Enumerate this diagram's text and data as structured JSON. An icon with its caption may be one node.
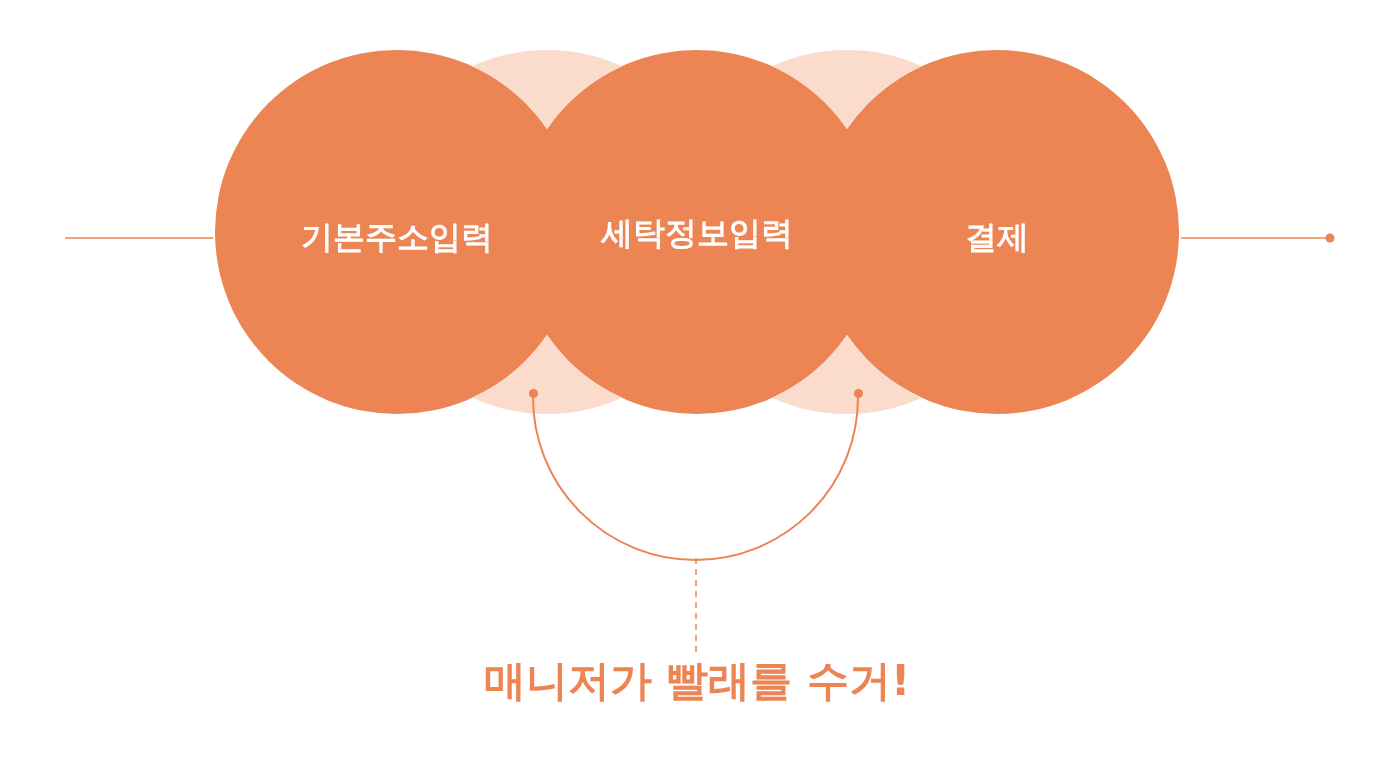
{
  "diagram": {
    "nodes": [
      {
        "text": [
          "기본주소입력"
        ]
      },
      {
        "text": [
          "세탁정보입력"
        ]
      },
      {
        "text": [
          "결제"
        ]
      },
      {
        "text": [],
        "shape": "circle"
      },
      {
        "text": [],
        "shape": "circle"
      },
      {
        "text": [
          "매니저가 빨래를 수거!"
        ]
      }
    ],
    "edges": [
      {
        "from": 3,
        "to": 4,
        "arrow": "none"
      },
      {
        "from": null,
        "to": 5,
        "arrow": "none",
        "style": "dashed"
      },
      {
        "from": null,
        "to": 0,
        "arrow": "none"
      },
      {
        "from": 2,
        "to": null,
        "arrow": "other"
      }
    ]
  }
}
